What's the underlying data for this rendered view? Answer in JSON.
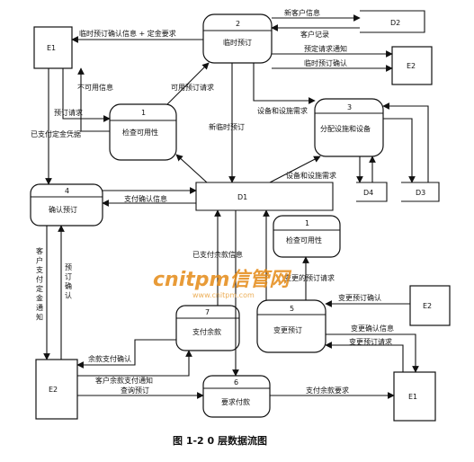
{
  "entities": {
    "e1_top": "E1",
    "e1_bottom": "E1",
    "e2_right": "E2",
    "e2_lower_right": "E2",
    "e2_left": "E2"
  },
  "stores": {
    "d1": "D1",
    "d2": "D2",
    "d3": "D3",
    "d4": "D4"
  },
  "processes": [
    {
      "num": "1",
      "name": "检查可用性"
    },
    {
      "num": "2",
      "name": "临时预订"
    },
    {
      "num": "3",
      "name": "分配设施和设备"
    },
    {
      "num": "4",
      "name": "确认预订"
    },
    {
      "num": "1",
      "name": "检查可用性"
    },
    {
      "num": "5",
      "name": "变更预订"
    },
    {
      "num": "6",
      "name": "要求付款"
    },
    {
      "num": "7",
      "name": "支付余款"
    }
  ],
  "flows": {
    "f_temp_confirm": "临时预订确认信息 + 定金要求",
    "f_new_customer": "新客户信息",
    "f_customer_record": "客户记录",
    "f_reserve_notice": "预定请求通知",
    "f_temp_confirm2": "临时预订确认",
    "f_unavailable": "不可用信息",
    "f_bookable": "可用预订请求",
    "f_booking_request": "预订请求",
    "f_deposit_receipt": "已支付定金凭据",
    "f_facility_need": "设备和设施需求",
    "f_new_temp": "新临时预订",
    "f_facility_need2": "设备和设施需求",
    "f_pay_confirm": "支付确认信息",
    "f_customer_deposit": "客户支付定金通知",
    "f_booking_confirm": "预订确认",
    "f_balance_paid": "已支付余款信息",
    "f_changed_request": "变更的预订请求",
    "f_change_confirm": "变更预订确认",
    "f_change_confirm_info": "变更确认信息",
    "f_change_request": "变更预订请求",
    "f_balance_confirm": "余款支付确认",
    "f_balance_notice": "客户余款支付通知",
    "f_query": "查询预订",
    "f_balance_request": "支付余款要求"
  },
  "watermark": {
    "brand": "cnitpm信管网",
    "url": "www.cnitpm.com"
  },
  "caption": "图 1-2   0 层数据流图"
}
